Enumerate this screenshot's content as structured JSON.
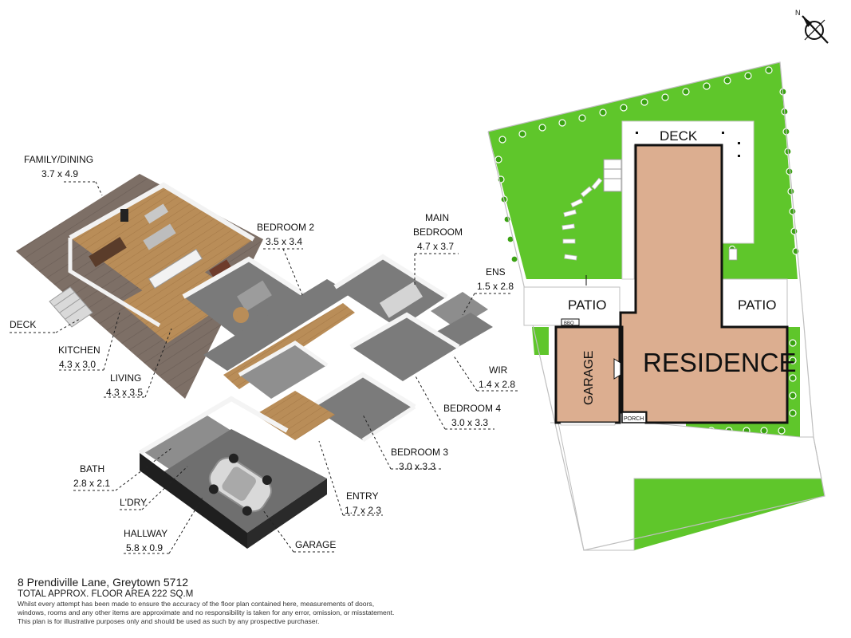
{
  "compass": {
    "label": "N",
    "icon": "north-arrow-icon"
  },
  "floorplan_labels": {
    "family_dining": {
      "name": "FAMILY/DINING",
      "size": "3.7 x 4.9"
    },
    "bedroom2": {
      "name": "BEDROOM 2",
      "size": "3.5 x 3.4"
    },
    "main_bedroom": {
      "name1": "MAIN",
      "name2": "BEDROOM",
      "size": "4.7 x 3.7"
    },
    "ens": {
      "name": "ENS",
      "size": "1.5 x 2.8"
    },
    "deck": {
      "name": "DECK"
    },
    "kitchen": {
      "name": "KITCHEN",
      "size": "4.3 x 3.0"
    },
    "living": {
      "name": "LIVING",
      "size": "4.3 x 3.5"
    },
    "wir": {
      "name": "WIR",
      "size": "1.4 x 2.8"
    },
    "bedroom4": {
      "name": "BEDROOM 4",
      "size": "3.0 x 3.3"
    },
    "bedroom3": {
      "name": "BEDROOM 3",
      "size": "3.0 x 3.3"
    },
    "bath": {
      "name": "BATH",
      "size": "2.8 x 2.1"
    },
    "laundry": {
      "name": "L'DRY"
    },
    "entry": {
      "name": "ENTRY",
      "size": "1.7 x 2.3"
    },
    "hallway": {
      "name": "HALLWAY",
      "size": "5.8 x 0.9"
    },
    "garage": {
      "name": "GARAGE"
    }
  },
  "siteplan_labels": {
    "deck": "DECK",
    "patio_left": "PATIO",
    "patio_right": "PATIO",
    "residence": "RESIDENCE",
    "garage": "GARAGE",
    "porch": "PORCH",
    "bbq": "BBQ"
  },
  "footer": {
    "address": "8 Prendiville Lane, Greytown 5712",
    "total_area": "TOTAL APPROX. FLOOR AREA 222 SQ.M",
    "disclaimer_1": "Whilst every attempt has been made to ensure the accuracy of the floor plan contained here, measurements of doors,",
    "disclaimer_2": "windows, rooms and any other items are approximate and no responsibility is taken for any error, omission, or misstatement.",
    "disclaimer_3": "This plan is for illustrative purposes only and should be used as such by any prospective purchaser."
  },
  "colors": {
    "lawn": "#5fc62b",
    "residence_fill": "#dcae90",
    "floor_wood": "#8a7a6e",
    "floor_grey": "#7b7b7b",
    "wall": "#ffffff",
    "outline": "#111111"
  }
}
